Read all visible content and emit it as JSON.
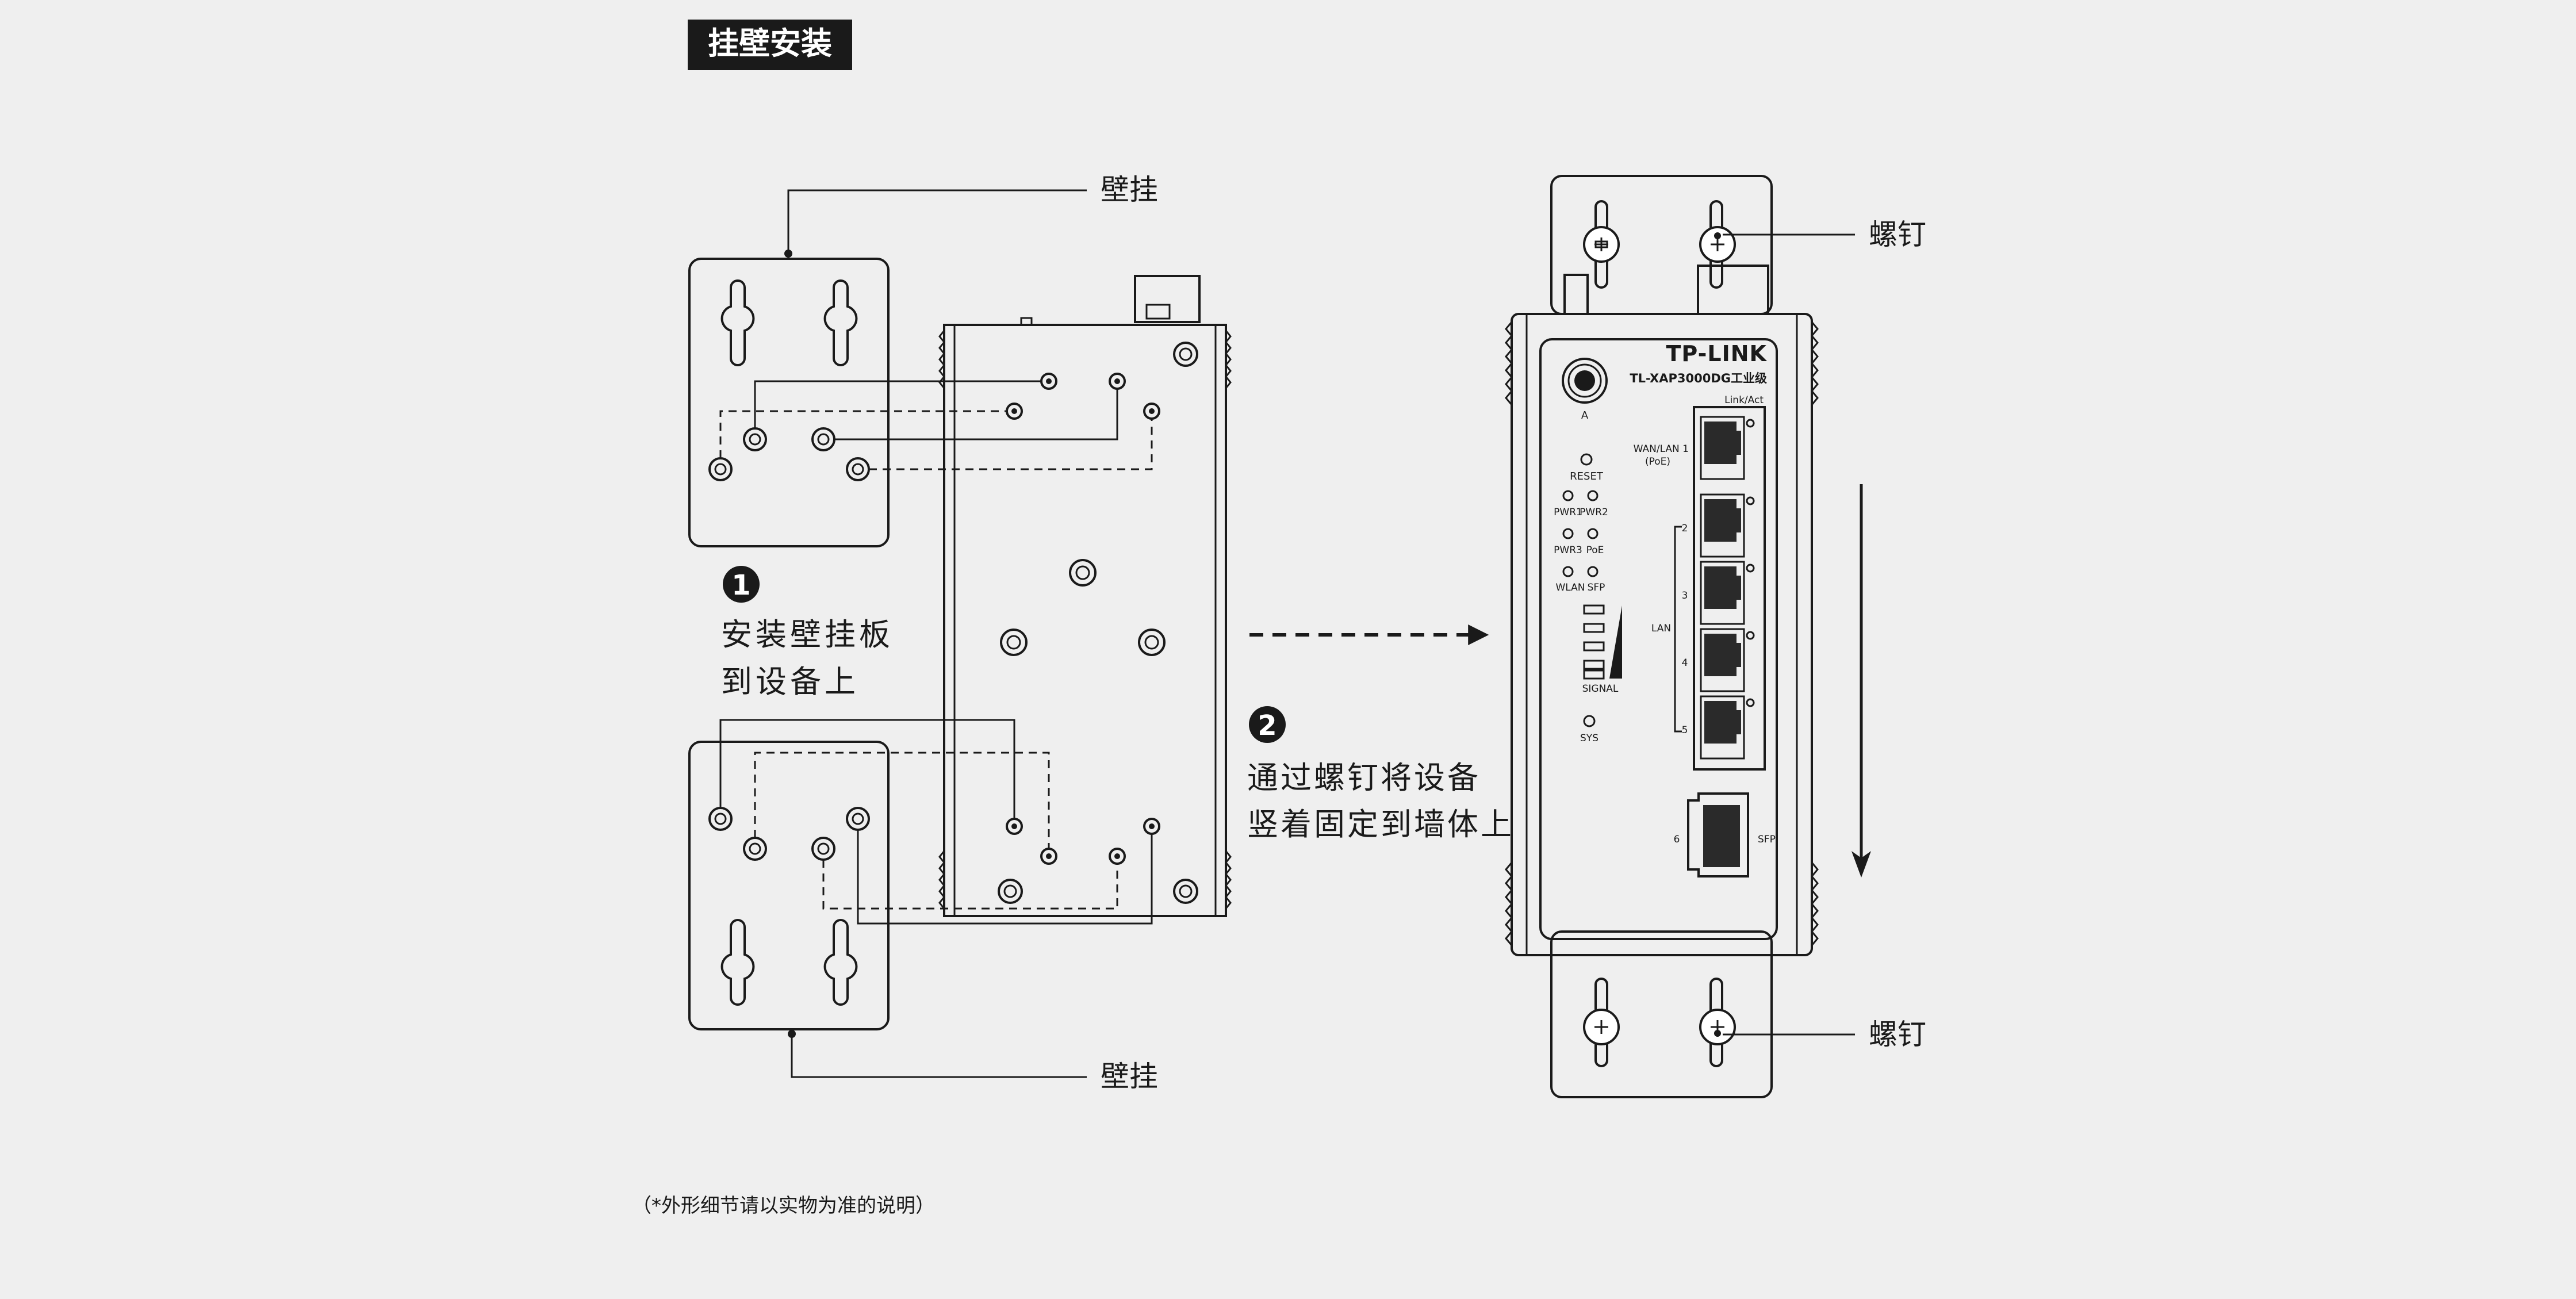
{
  "header": {
    "title": "挂壁安装"
  },
  "callouts": {
    "wall_mount_top": "壁挂",
    "wall_mount_bottom": "壁挂",
    "screw_top": "螺钉",
    "screw_bottom": "螺钉"
  },
  "steps": [
    {
      "number": "1",
      "line1": "安装壁挂板",
      "line2": "到设备上"
    },
    {
      "number": "2",
      "line1": "通过螺钉将设备",
      "line2": "竖着固定到墙体上"
    }
  ],
  "device": {
    "brand": "TP-LINK",
    "model": "TL-XAP3000DG工业级",
    "antenna_label": "A",
    "reset_label": "RESET",
    "led_labels": [
      "PWR1",
      "PWR2",
      "PWR3",
      "PoE",
      "WLAN",
      "SFP"
    ],
    "signal_label": "SIGNAL",
    "sys_label": "SYS",
    "link_act_label": "Link/Act",
    "wan_label": "WAN/LAN 1",
    "poe_label": "(PoE)",
    "lan_label": "LAN",
    "port_numbers": [
      "2",
      "3",
      "4",
      "5"
    ],
    "sfp_port_number": "6",
    "sfp_label": "SFP"
  },
  "footnote": "（*外形细节请以实物为准的说明）"
}
